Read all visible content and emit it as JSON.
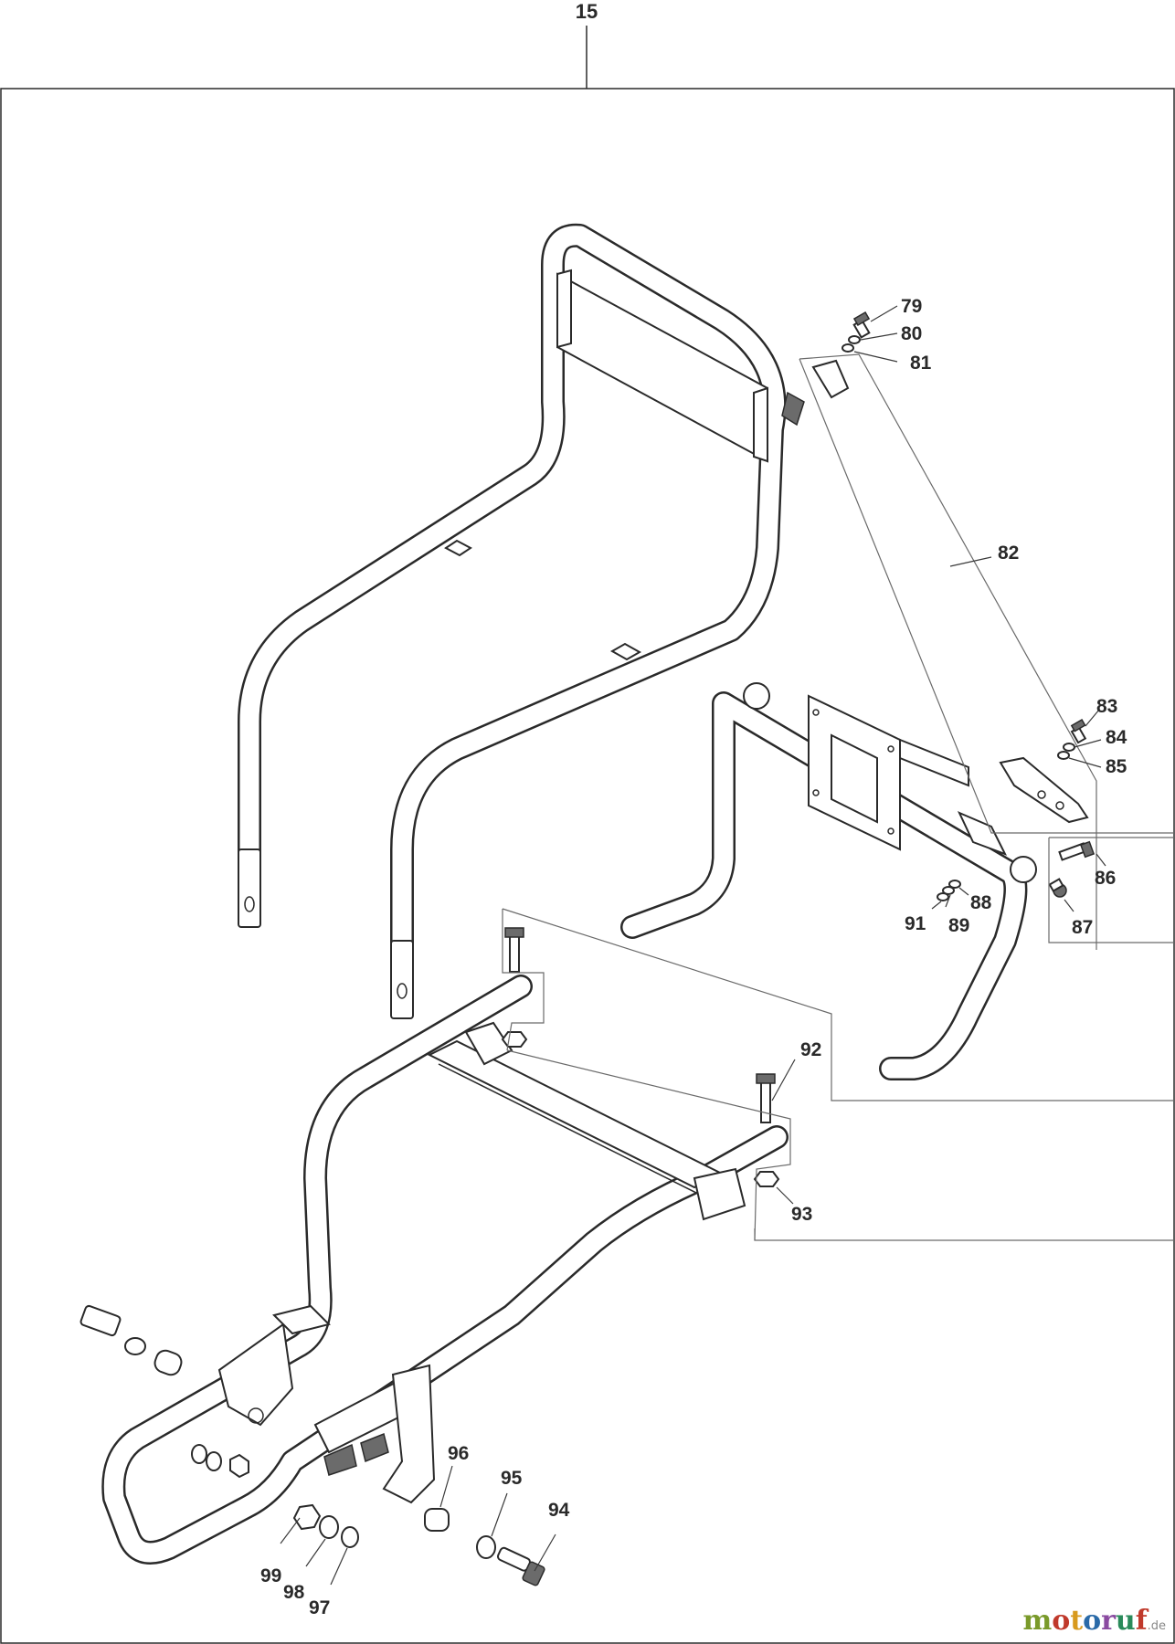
{
  "assembly_label": "15",
  "parts": [
    {
      "id": "79"
    },
    {
      "id": "80"
    },
    {
      "id": "81"
    },
    {
      "id": "82"
    },
    {
      "id": "83"
    },
    {
      "id": "84"
    },
    {
      "id": "85"
    },
    {
      "id": "86"
    },
    {
      "id": "87"
    },
    {
      "id": "88"
    },
    {
      "id": "89"
    },
    {
      "id": "91"
    },
    {
      "id": "92"
    },
    {
      "id": "93"
    },
    {
      "id": "94"
    },
    {
      "id": "95"
    },
    {
      "id": "96"
    },
    {
      "id": "97"
    },
    {
      "id": "98"
    },
    {
      "id": "99"
    }
  ],
  "watermark": {
    "brand_letters": [
      "m",
      "o",
      "t",
      "o",
      "r",
      "u",
      "f"
    ],
    "suffix": ".de"
  }
}
